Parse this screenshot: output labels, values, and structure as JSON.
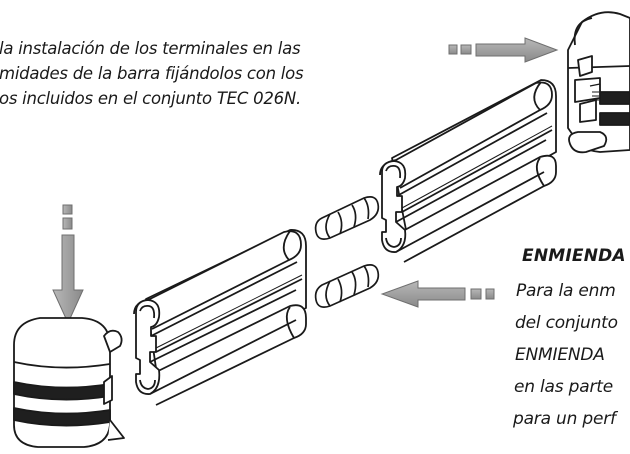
{
  "intro_lines": [
    "la instalación de los terminales en las",
    "midades de la barra fijándolos con los",
    "os incluidos en el conjunto TEC 026N."
  ],
  "section_heading": "ENMIENDA",
  "section_lines": [
    "Para la enm",
    "del conjunto",
    "ENMIENDA",
    "en las parte",
    "para un perf"
  ],
  "colors": {
    "line": "#1a1a1a",
    "arrow_fill": "#9a9a9a",
    "arrow_stroke": "#6f6f6f",
    "part_fill": "#ffffff",
    "band_fill": "#1f1f1f"
  },
  "icons": [
    "arrow-right-icon",
    "arrow-down-icon",
    "arrow-left-icon"
  ]
}
